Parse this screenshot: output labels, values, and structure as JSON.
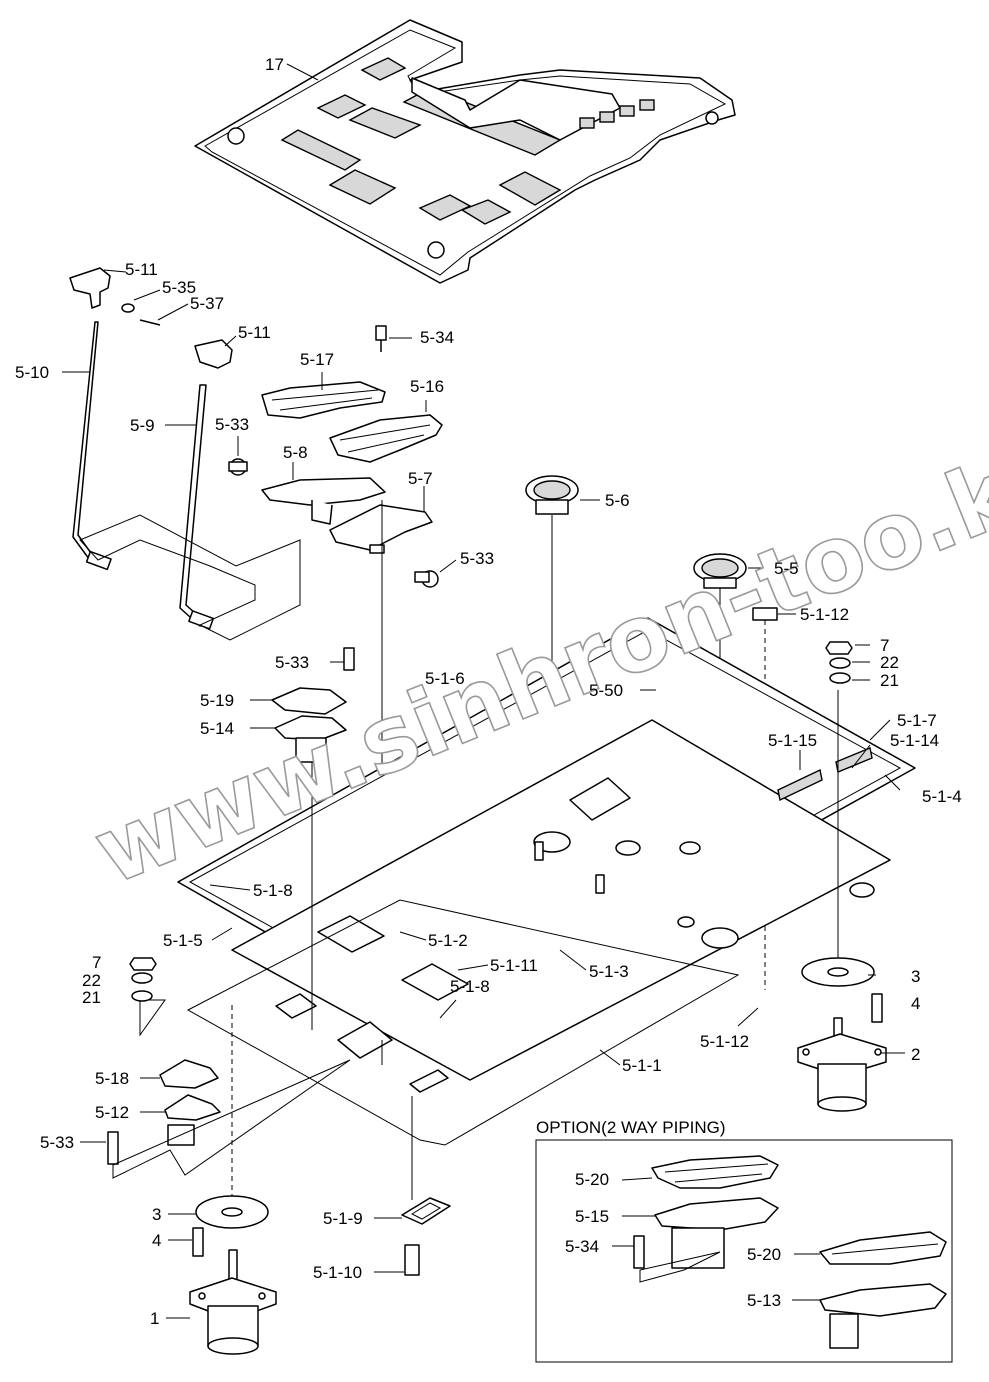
{
  "watermark": "www.sinhron-too.kz",
  "option_box": {
    "title": "OPTION(2 WAY PIPING)"
  },
  "labels": {
    "l17": "17",
    "l5_11a": "5-11",
    "l5_35": "5-35",
    "l5_37": "5-37",
    "l5_11b": "5-11",
    "l5_10": "5-10",
    "l5_34a": "5-34",
    "l5_17": "5-17",
    "l5_16": "5-16",
    "l5_9": "5-9",
    "l5_33a": "5-33",
    "l5_8": "5-8",
    "l5_7": "5-7",
    "l5_6": "5-6",
    "l5_33b": "5-33",
    "l5_5": "5-5",
    "l5_1_12a": "5-1-12",
    "l5_33c": "5-33",
    "l7a": "7",
    "l22a": "22",
    "l21a": "21",
    "l5_1_6": "5-1-6",
    "l5_50": "5-50",
    "l5_19": "5-19",
    "l5_1_7": "5-1-7",
    "l5_14": "5-14",
    "l5_1_15": "5-1-15",
    "l5_1_14": "5-1-14",
    "l5_1_4": "5-1-4",
    "l5_1_8a": "5-1-8",
    "l5_1_5": "5-1-5",
    "l5_1_2": "5-1-2",
    "l7b": "7",
    "l5_1_11": "5-1-11",
    "l22b": "22",
    "l5_1_3": "5-1-3",
    "l3a": "3",
    "l21b": "21",
    "l5_1_8b": "5-1-8",
    "l4a": "4",
    "l5_1_12b": "5-1-12",
    "l2": "2",
    "l5_1_1": "5-1-1",
    "l5_18": "5-18",
    "l5_12": "5-12",
    "l5_33d": "5-33",
    "l5_20a": "5-20",
    "l5_15": "5-15",
    "l5_34b": "5-34",
    "l3b": "3",
    "l5_1_9": "5-1-9",
    "l5_20b": "5-20",
    "l4b": "4",
    "l5_1_10": "5-1-10",
    "l5_13": "5-13",
    "l1": "1"
  }
}
